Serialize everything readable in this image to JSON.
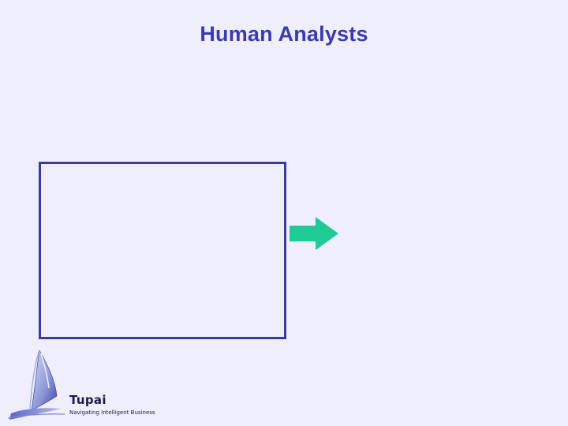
{
  "slide": {
    "title": "Human Analysts"
  },
  "logo": {
    "name": "Tupai",
    "tagline": "Navigating Intelligent Business"
  },
  "colors": {
    "background": "#eeeefc",
    "title": "#3a3ab4",
    "box_border": "#3b3aa0",
    "arrow": "#1ecb97"
  },
  "icons": {
    "arrow": "right-arrow-icon",
    "logo": "sail-logo-icon"
  }
}
